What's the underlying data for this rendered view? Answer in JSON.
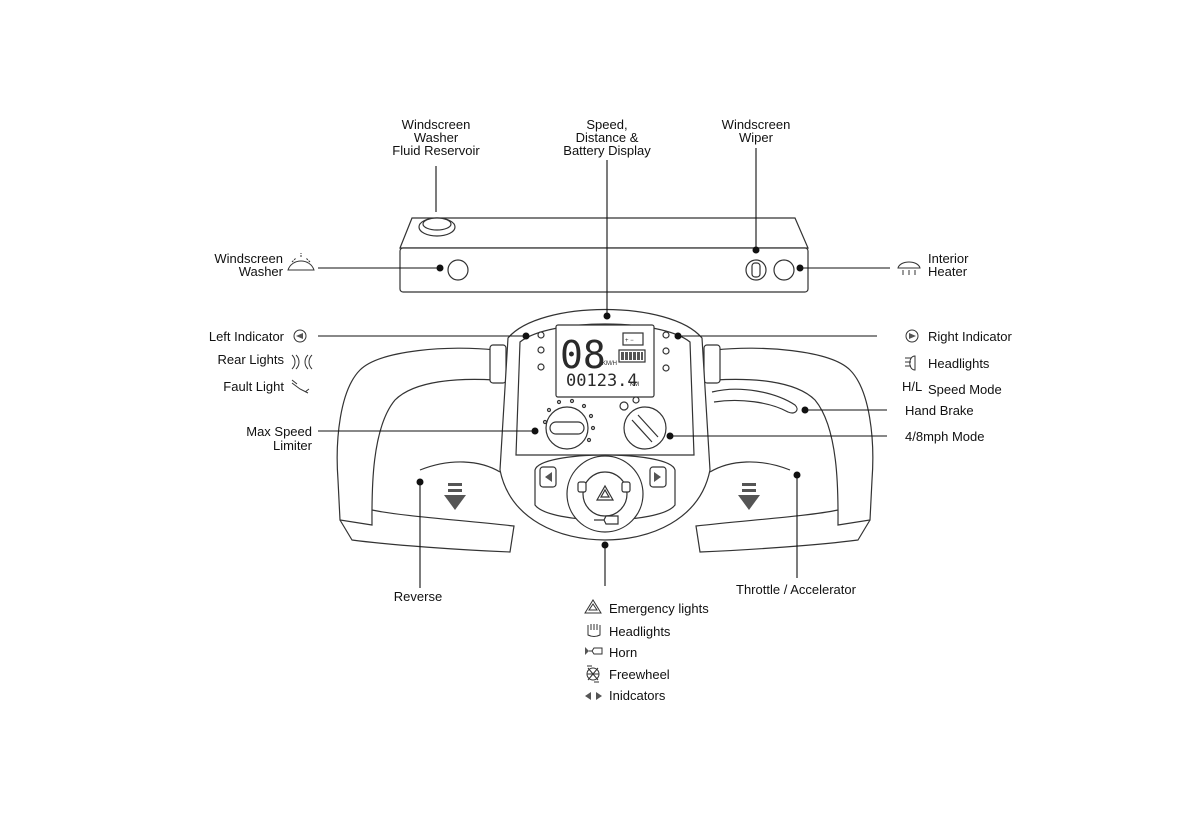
{
  "top_labels": {
    "reservoir": [
      "Windscreen",
      "Washer",
      "Fluid Reservoir"
    ],
    "display": [
      "Speed,",
      "Distance &",
      "Battery Display"
    ],
    "wiper": [
      "Windscreen",
      "Wiper"
    ]
  },
  "side_labels": {
    "washer": [
      "Windscreen",
      "Washer"
    ],
    "heater": [
      "Interior",
      "Heater"
    ],
    "left_indicator": "Left Indicator",
    "rear_lights": "Rear Lights",
    "fault_light": "Fault Light",
    "max_speed": [
      "Max Speed",
      "Limiter"
    ],
    "reverse": "Reverse",
    "right_indicator": "Right Indicator",
    "headlights": "Headlights",
    "speed_mode": "Speed Mode",
    "speed_mode_glyph": "H/L",
    "hand_brake": "Hand Brake",
    "mph_mode": "4/8mph Mode",
    "throttle": "Throttle / Accelerator"
  },
  "bottom_legend": [
    {
      "icon": "emergency-lights-icon",
      "label": "Emergency lights"
    },
    {
      "icon": "headlights-icon",
      "label": "Headlights"
    },
    {
      "icon": "horn-icon",
      "label": "Horn"
    },
    {
      "icon": "freewheel-icon",
      "label": "Freewheel"
    },
    {
      "icon": "indicators-icon",
      "label": "Inidcators"
    }
  ],
  "lcd": {
    "speed": "08",
    "speed_unit": "KM/H",
    "odometer": "00123.4",
    "odometer_unit": "KM",
    "battery_signs": "+ −"
  }
}
